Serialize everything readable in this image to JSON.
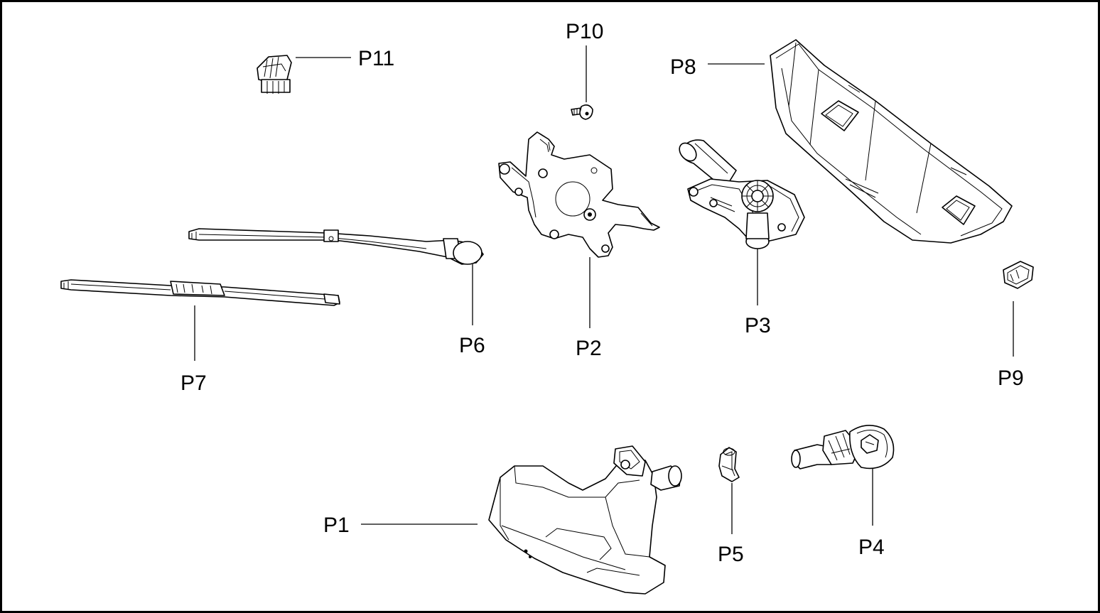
{
  "diagram": {
    "colors": {
      "line": "#000000",
      "background": "#ffffff",
      "shade": "#cfcfcf"
    },
    "parts": [
      {
        "id": "P1",
        "label": "P1"
      },
      {
        "id": "P2",
        "label": "P2"
      },
      {
        "id": "P3",
        "label": "P3"
      },
      {
        "id": "P4",
        "label": "P4"
      },
      {
        "id": "P5",
        "label": "P5"
      },
      {
        "id": "P6",
        "label": "P6"
      },
      {
        "id": "P7",
        "label": "P7"
      },
      {
        "id": "P8",
        "label": "P8"
      },
      {
        "id": "P9",
        "label": "P9"
      },
      {
        "id": "P10",
        "label": "P10"
      },
      {
        "id": "P11",
        "label": "P11"
      }
    ]
  }
}
